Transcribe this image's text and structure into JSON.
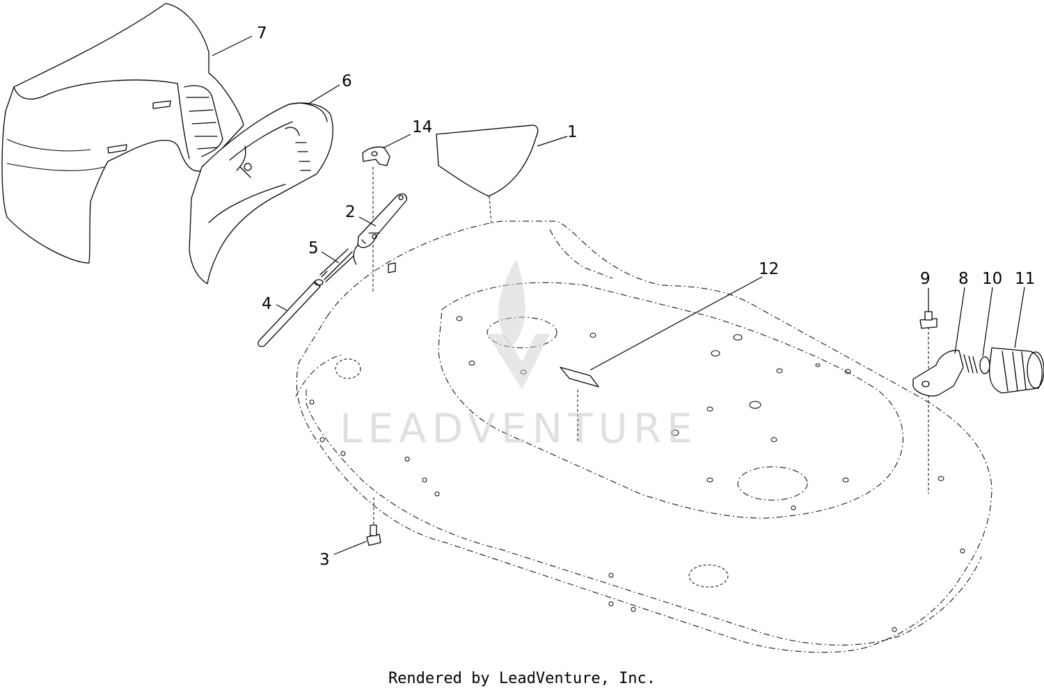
{
  "diagram": {
    "callouts": [
      {
        "id": "c1",
        "label": "1"
      },
      {
        "id": "c2",
        "label": "2"
      },
      {
        "id": "c3",
        "label": "3"
      },
      {
        "id": "c4",
        "label": "4"
      },
      {
        "id": "c5",
        "label": "5"
      },
      {
        "id": "c6",
        "label": "6"
      },
      {
        "id": "c7",
        "label": "7"
      },
      {
        "id": "c8",
        "label": "8"
      },
      {
        "id": "c9",
        "label": "9"
      },
      {
        "id": "c10",
        "label": "10"
      },
      {
        "id": "c11",
        "label": "11"
      },
      {
        "id": "c12",
        "label": "12"
      },
      {
        "id": "c14",
        "label": "14"
      }
    ],
    "watermark": "LEADVENTURE"
  },
  "footer": {
    "text": "Rendered by LeadVenture, Inc."
  },
  "colors": {
    "line": "#000000",
    "background": "#ffffff",
    "watermark": "#c8c8c8"
  }
}
